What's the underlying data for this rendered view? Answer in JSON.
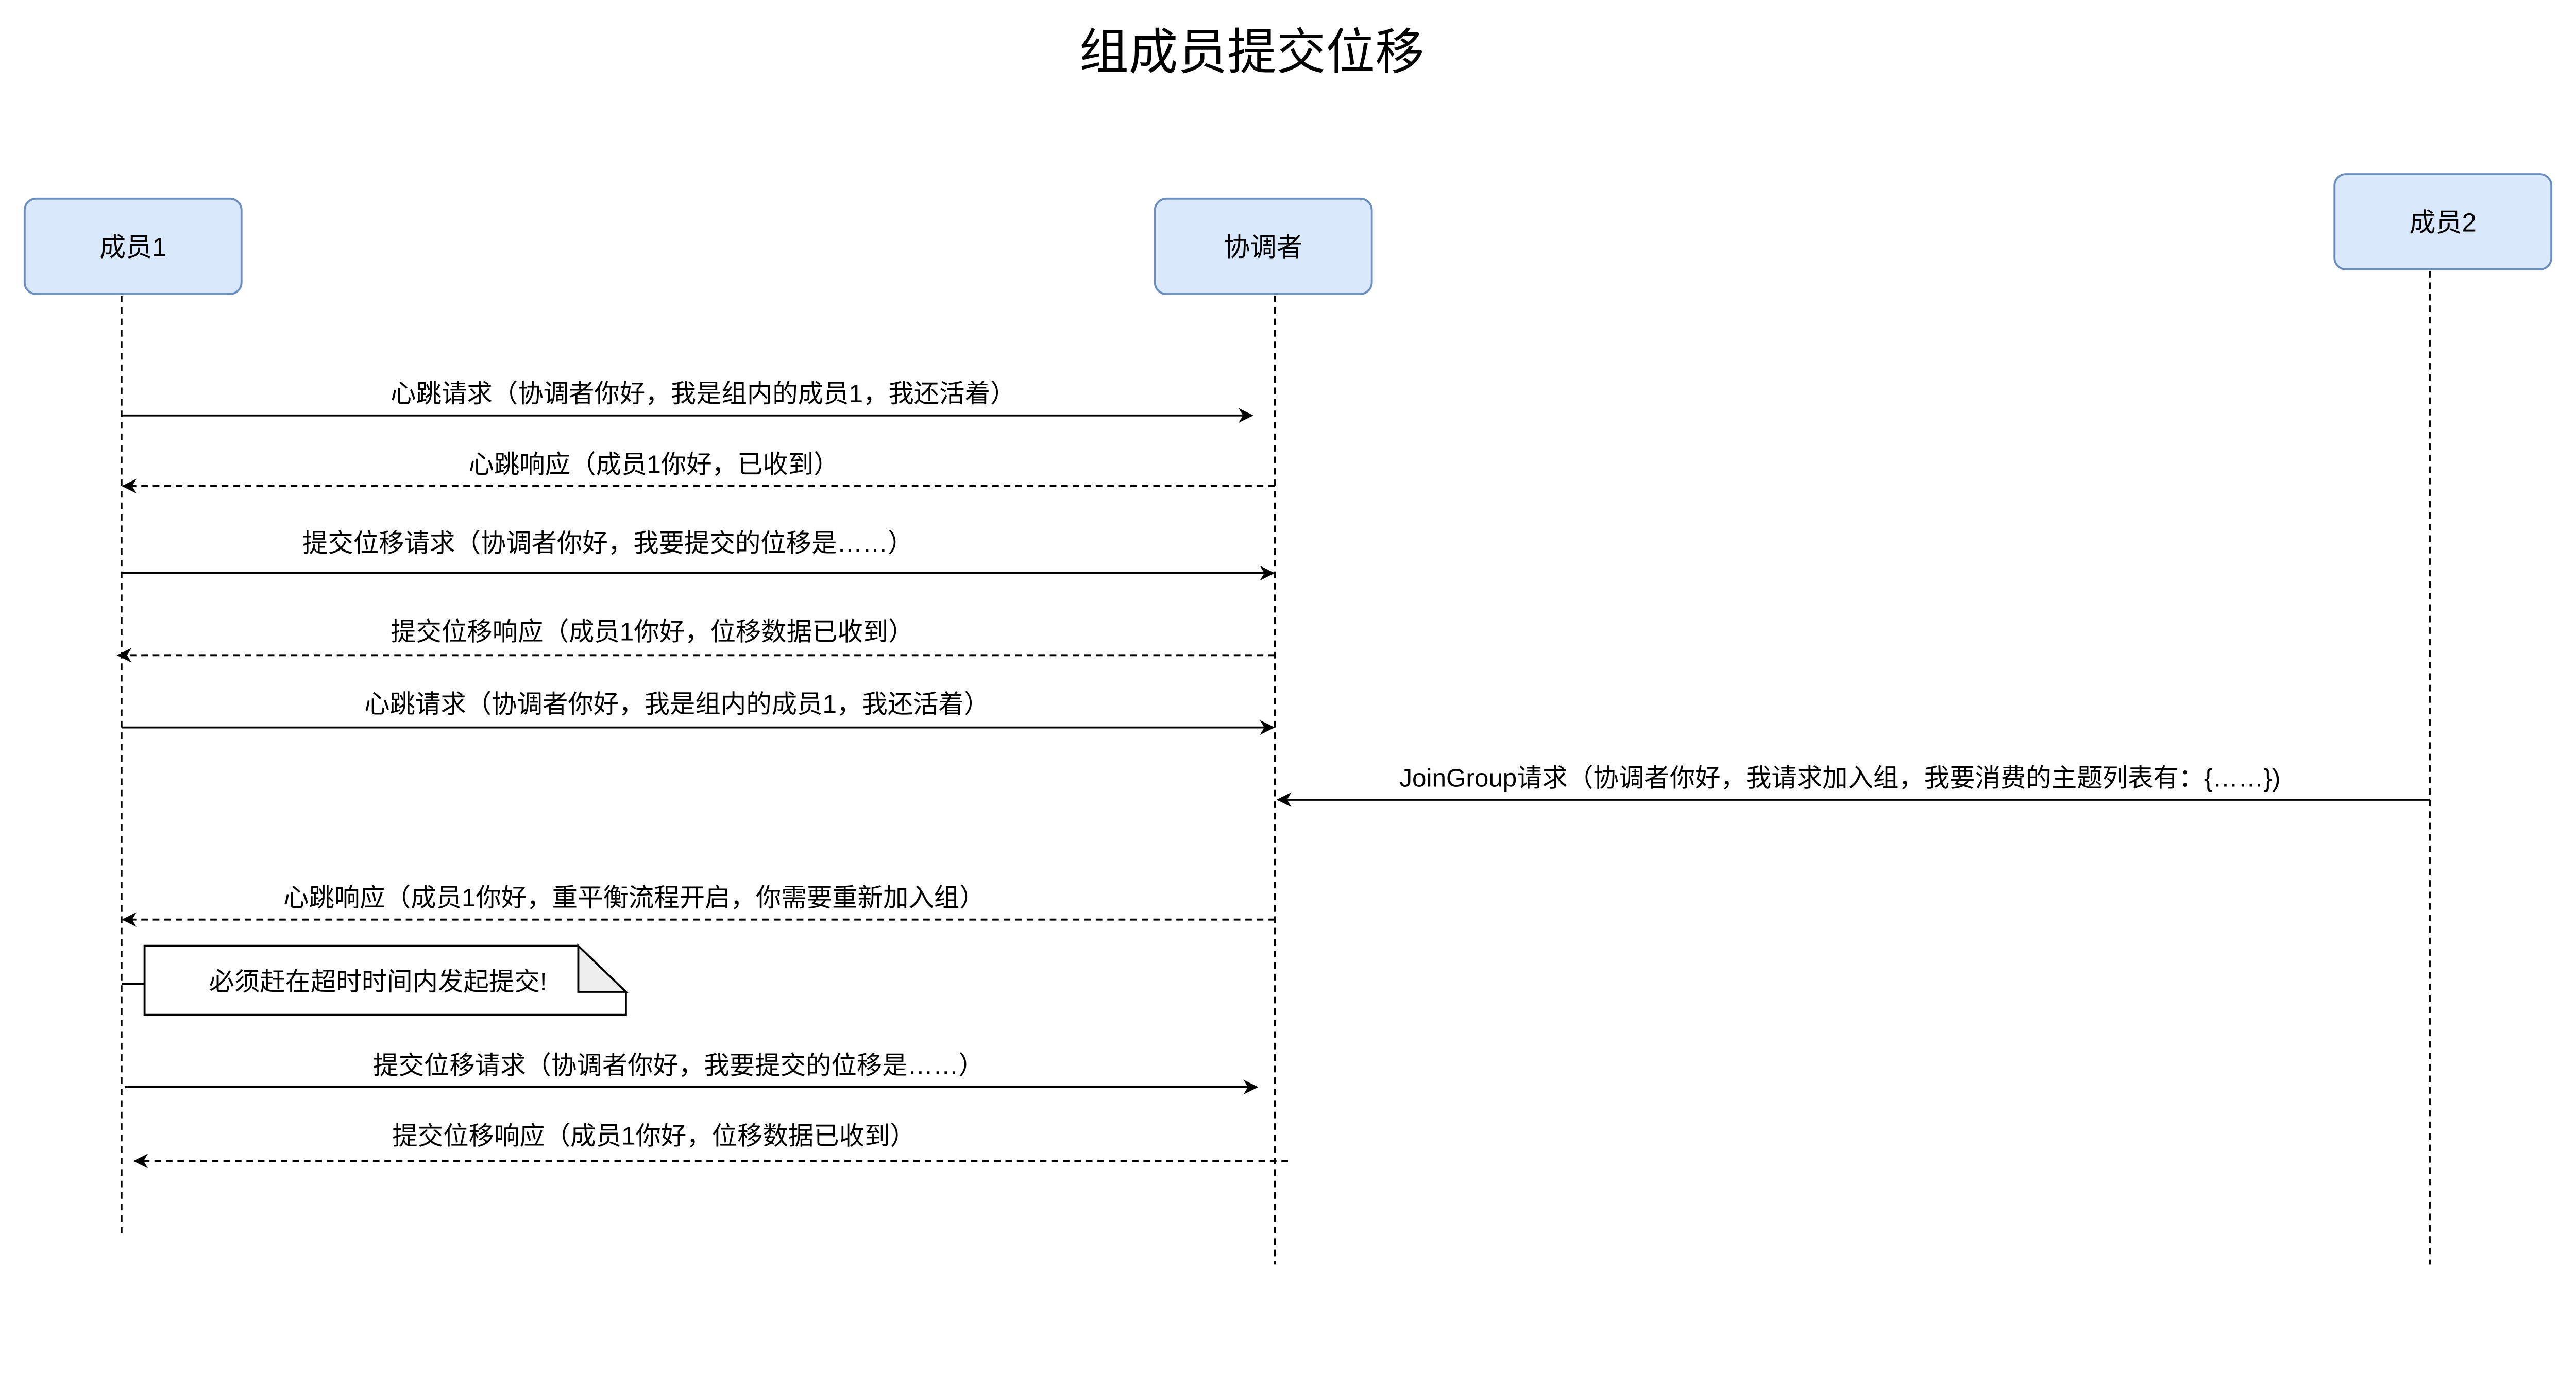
{
  "title": "组成员提交位移",
  "actors": [
    {
      "label": "成员1"
    },
    {
      "label": "协调者"
    },
    {
      "label": "成员2"
    }
  ],
  "colors": {
    "actor_fill": "#dae8fc",
    "actor_stroke": "#6c8ebf",
    "note_fold": "#eeeeee"
  },
  "messages": [
    {
      "label": "心跳请求（协调者你好，我是组内的成员1，我还活着）",
      "from": "成员1",
      "to": "协调者",
      "style": "solid"
    },
    {
      "label": "心跳响应（成员1你好，已收到）",
      "from": "协调者",
      "to": "成员1",
      "style": "dashed"
    },
    {
      "label": "提交位移请求（协调者你好，我要提交的位移是……）",
      "from": "成员1",
      "to": "协调者",
      "style": "solid"
    },
    {
      "label": "提交位移响应（成员1你好，位移数据已收到）",
      "from": "协调者",
      "to": "成员1",
      "style": "dashed"
    },
    {
      "label": "心跳请求（协调者你好，我是组内的成员1，我还活着）",
      "from": "成员1",
      "to": "协调者",
      "style": "solid"
    },
    {
      "label": "JoinGroup请求（协调者你好，我请求加入组，我要消费的主题列表有：{……})",
      "from": "成员2",
      "to": "协调者",
      "style": "solid"
    },
    {
      "label": "心跳响应（成员1你好，重平衡流程开启，你需要重新加入组）",
      "from": "协调者",
      "to": "成员1",
      "style": "dashed"
    },
    {
      "label": "提交位移请求（协调者你好，我要提交的位移是……）",
      "from": "成员1",
      "to": "协调者",
      "style": "solid"
    },
    {
      "label": "提交位移响应（成员1你好，位移数据已收到）",
      "from": "协调者",
      "to": "成员1",
      "style": "dashed"
    }
  ],
  "note": {
    "label": "必须赶在超时时间内发起提交!"
  }
}
